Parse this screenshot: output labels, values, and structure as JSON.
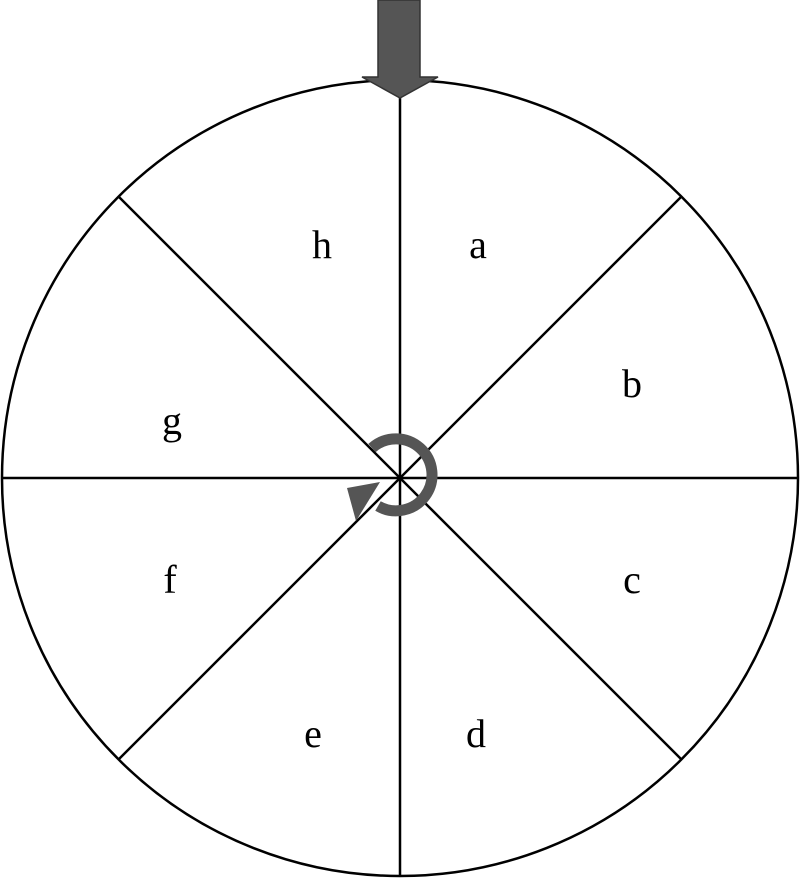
{
  "spinner": {
    "sectors": [
      {
        "label": "a"
      },
      {
        "label": "b"
      },
      {
        "label": "c"
      },
      {
        "label": "d"
      },
      {
        "label": "e"
      },
      {
        "label": "f"
      },
      {
        "label": "g"
      },
      {
        "label": "h"
      }
    ],
    "pointer_icon": "down-arrow-icon",
    "spin_icon": "rotate-arrow-icon",
    "colors": {
      "outline": "#000000",
      "pointer": "#555555",
      "spin_arrow": "#555555",
      "background": "#ffffff"
    }
  }
}
